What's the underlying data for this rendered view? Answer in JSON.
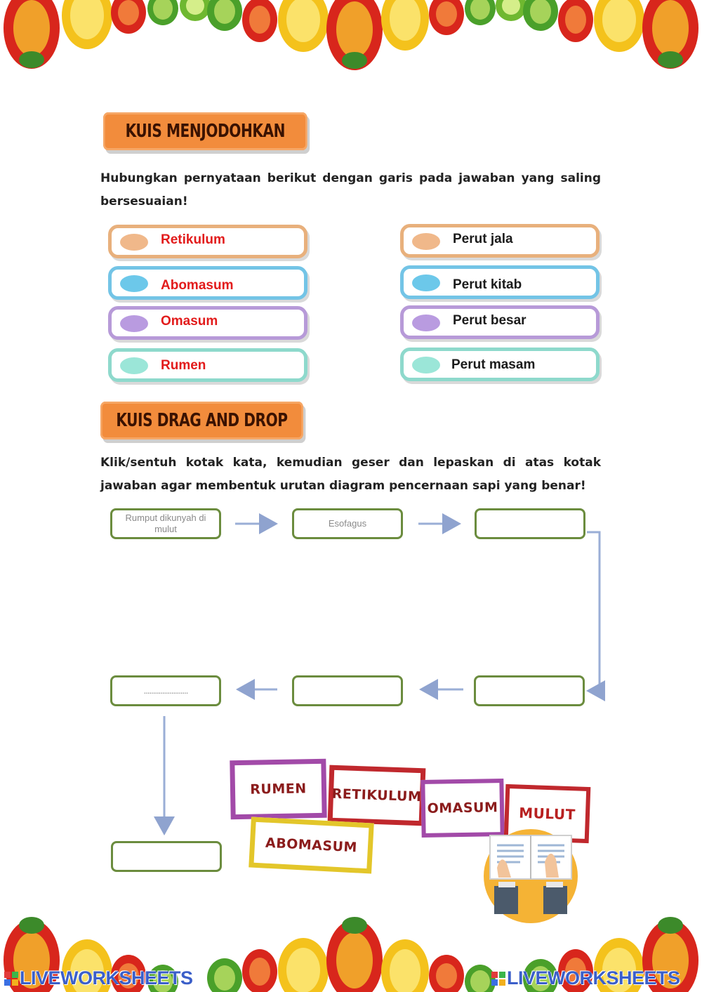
{
  "section1": {
    "title": "KUIS MENJODOHKAN",
    "instruction": "Hubungkan pernyataan berikut dengan garis pada jawaban yang saling bersesuaian!"
  },
  "matching": {
    "left": [
      {
        "label": "Retikulum",
        "color": "#e8b07c",
        "dot": "#f0b88a"
      },
      {
        "label": "Abomasum",
        "color": "#73c4e6",
        "dot": "#6cc8ea"
      },
      {
        "label": "Omasum",
        "color": "#b79ad8",
        "dot": "#b99be0"
      },
      {
        "label": "Rumen",
        "color": "#8ed9cc",
        "dot": "#9be6d8"
      }
    ],
    "right": [
      {
        "label": "Perut jala",
        "color": "#e8b07c",
        "dot": "#f0b88a"
      },
      {
        "label": "Perut kitab",
        "color": "#73c4e6",
        "dot": "#6cc8ea"
      },
      {
        "label": "Perut besar",
        "color": "#b79ad8",
        "dot": "#b99be0"
      },
      {
        "label": "Perut masam",
        "color": "#8ed9cc",
        "dot": "#9be6d8"
      }
    ]
  },
  "section2": {
    "title": "KUIS DRAG AND DROP",
    "instruction": "Klik/sentuh kotak kata, kemudian geser dan lepaskan di atas kotak jawaban agar membentuk urutan diagram pencernaan sapi yang benar!"
  },
  "flow": {
    "box1": "Rumput dikunyah di mulut",
    "box2": "Esofagus",
    "box3": "",
    "box4": "",
    "box5": "",
    "box6": "........................",
    "box7": ""
  },
  "cards": [
    {
      "label": "RUMEN",
      "border": "#a24aa8"
    },
    {
      "label": "RETIKULUM",
      "border": "#c0282d"
    },
    {
      "label": "OMASUM",
      "border": "#a24aa8"
    },
    {
      "label": "MULUT",
      "border": "#c0282d"
    },
    {
      "label": "ABOMASUM",
      "border": "#e3c62a"
    }
  ],
  "watermark": {
    "text": "LIVEWORKSHEETS"
  }
}
